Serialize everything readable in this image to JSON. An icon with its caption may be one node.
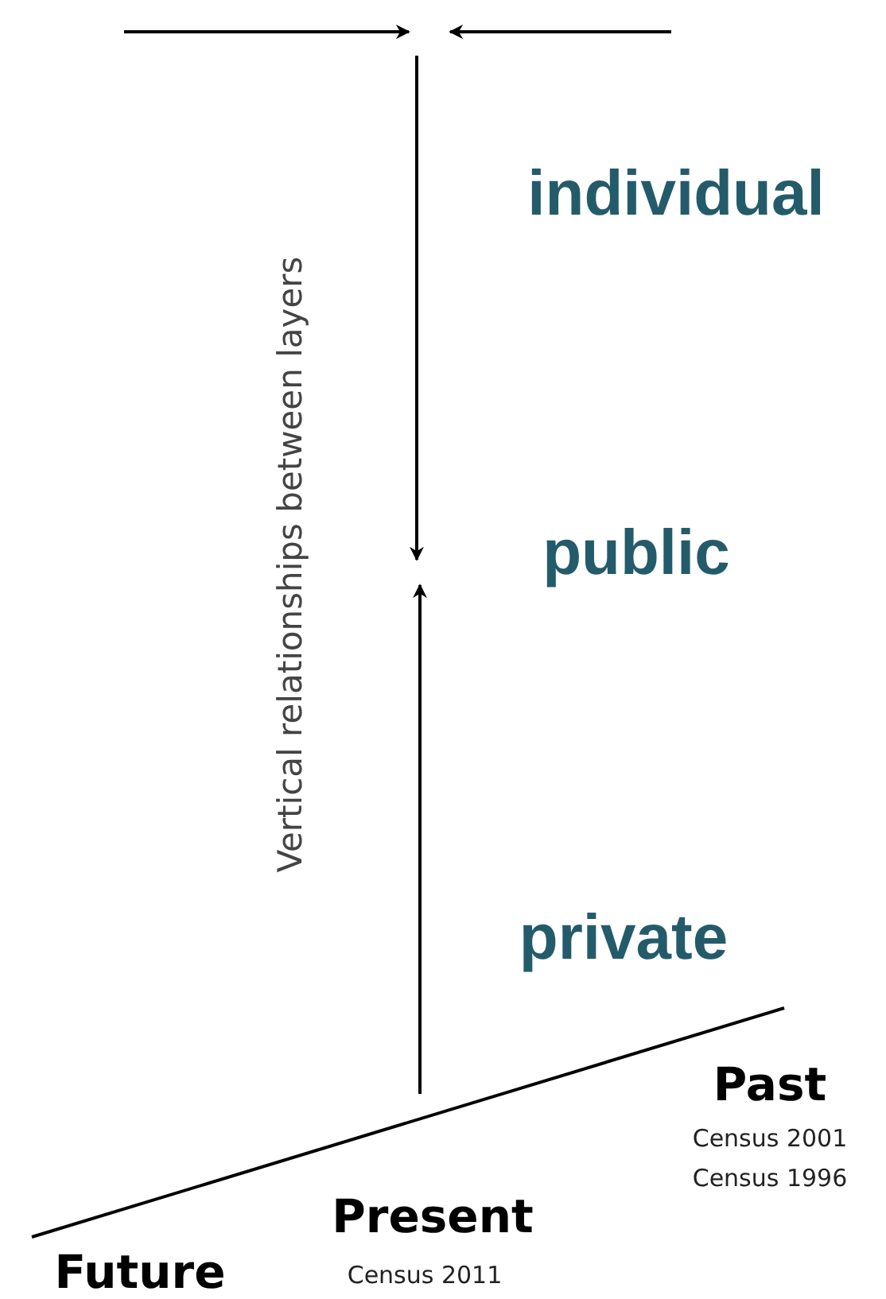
{
  "diagram": {
    "labels": [
      "individual",
      "Vertical relationships between layers",
      "public",
      "private",
      "Past",
      "Census 2001",
      "Census 1996",
      "Present",
      "Future",
      "Census 2011"
    ]
  }
}
